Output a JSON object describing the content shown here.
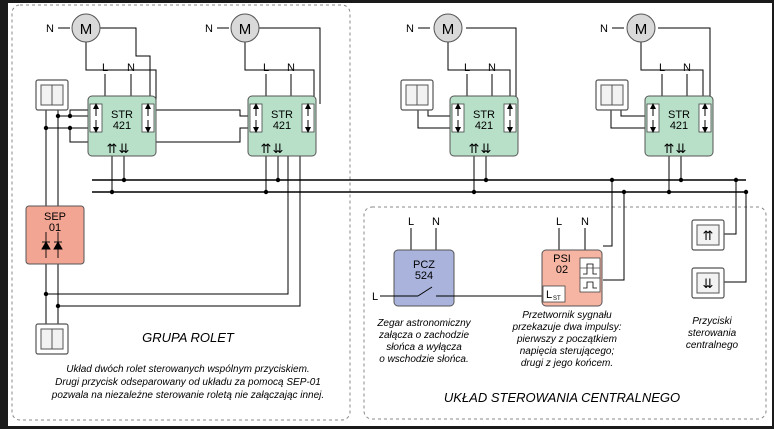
{
  "labels": {
    "N": "N",
    "L": "L",
    "motor": "M",
    "str_line1": "STR",
    "str_line2": "421",
    "sep_line1": "SEP",
    "sep_line2": "01",
    "pcz_line1": "PCZ",
    "pcz_line2": "524",
    "psi_line1": "PSI",
    "psi_line2": "02",
    "lst": "L",
    "lst_sub": "ST",
    "up_arrows": "⇈",
    "down_arrows": "⇊"
  },
  "group": {
    "title": "GRUPA ROLET",
    "desc_lines": [
      "Układ dwóch rolet sterowanych wspólnym przyciskiem.",
      "Drugi przycisk odseparowany od układu za pomocą SEP-01",
      "pozwala na niezależne sterowanie roletą nie załączając innej."
    ]
  },
  "central": {
    "title": "UKŁAD STEROWANIA CENTRALNEGO",
    "clock_lines": [
      "Zegar astronomiczny",
      "załącza o zachodzie",
      "słońca a wyłącza",
      "o wschodzie słońca."
    ],
    "converter_lines": [
      "Przetwornik sygnału",
      "przekazuje dwa impulsy:",
      "pierwszy z początkiem",
      "napięcia sterującego;",
      "drugi z jego końcem."
    ],
    "buttons_lines": [
      "Przyciski",
      "sterowania",
      "centralnego"
    ]
  },
  "colors": {
    "str_fill": "#b8e0c8",
    "sep_fill": "#f3a593",
    "pcz_fill": "#a9b3dc",
    "psi_fill": "#f6b4a3",
    "motor_fill": "#d9d9d9"
  }
}
